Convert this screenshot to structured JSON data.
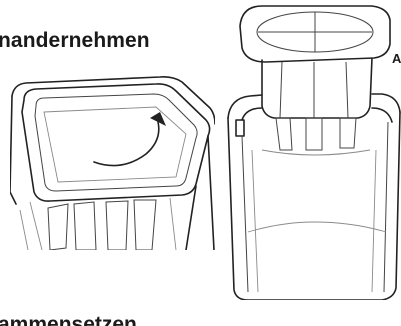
{
  "headings": {
    "top": "nandernehmen",
    "bottom": "ammensetzen",
    "right_fragment": "A"
  },
  "figures": {
    "left": {
      "icon": "lid-rotate-illustration"
    },
    "right": {
      "icon": "container-insert-illustration"
    }
  },
  "colors": {
    "ink": "#1a1a1a",
    "lid_fill": "#d9d9d9",
    "insert_fill": "#d4d4d4"
  }
}
